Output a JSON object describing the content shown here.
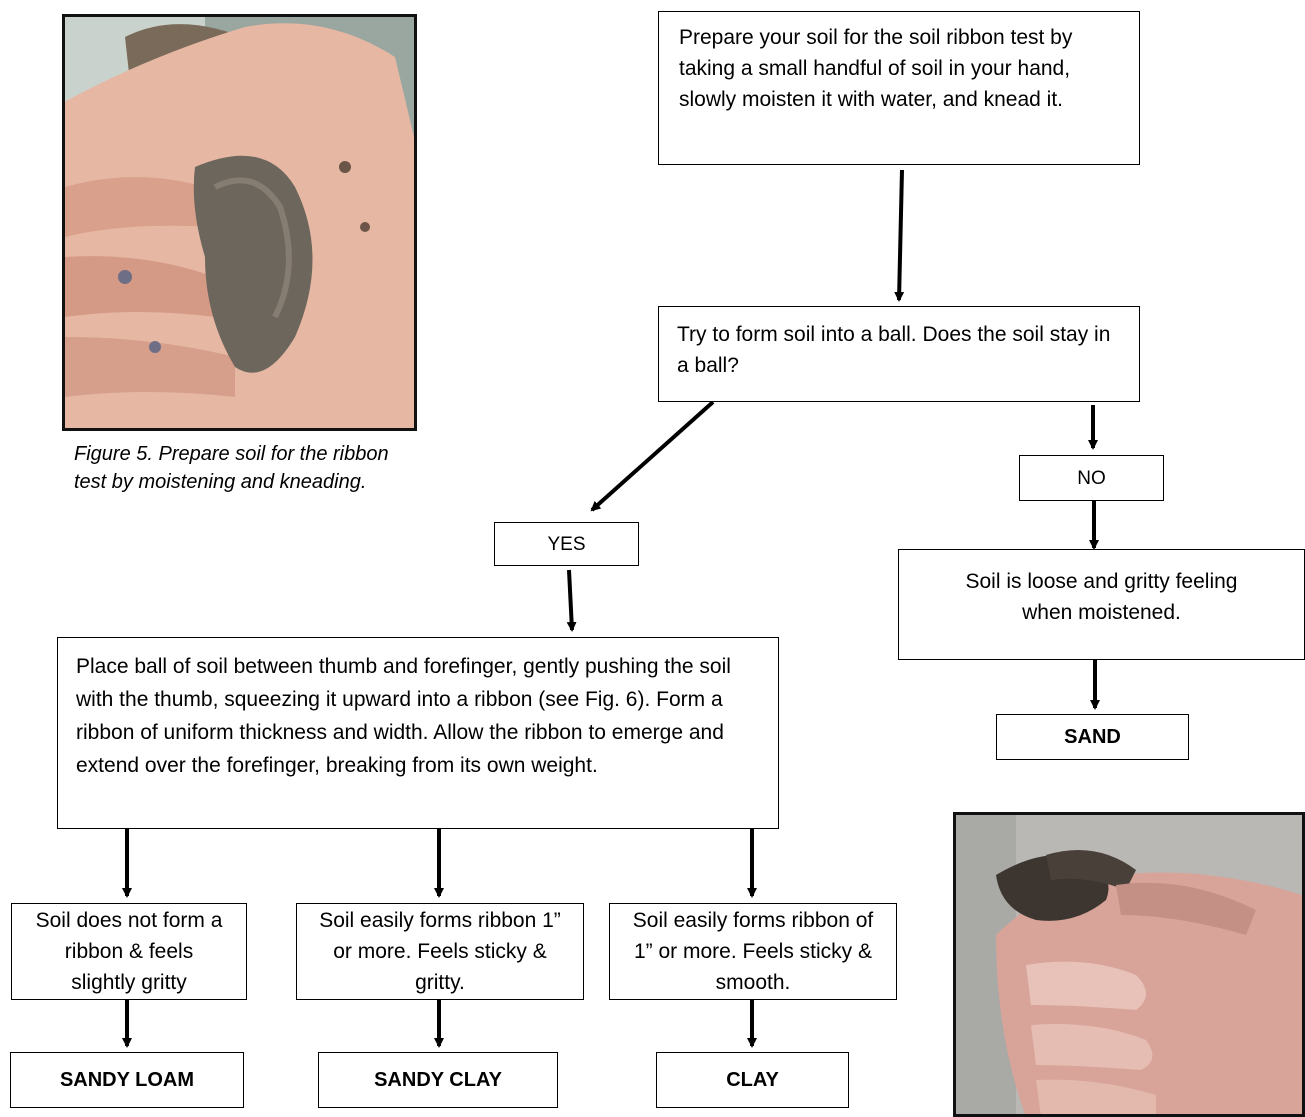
{
  "figure5": {
    "caption": "Figure 5.  Prepare soil for the ribbon test by moistening and kneading."
  },
  "flow": {
    "prepare": "Prepare your soil for the soil ribbon test by taking a small handful of soil in your hand, slowly moisten it with water, and knead it.",
    "ball_question": "Try to form soil into a ball.  Does the soil stay in a ball?",
    "yes": "YES",
    "no": "NO",
    "loose": "Soil is loose and gritty feeling when moistened.",
    "sand": "SAND",
    "ribbon_instructions": "Place ball of soil between thumb and forefinger, gently pushing the soil with the thumb, squeezing it upward into a ribbon (see Fig. 6).  Form a ribbon of uniform thickness and width.  Allow the ribbon to emerge and extend over the forefinger, breaking from its own weight.",
    "outcomes": [
      {
        "condition": "Soil does not form a ribbon & feels slightly gritty",
        "result": "SANDY LOAM"
      },
      {
        "condition": "Soil easily forms ribbon 1” or more. Feels sticky & gritty.",
        "result": "SANDY CLAY"
      },
      {
        "condition": "Soil easily forms ribbon of 1” or more. Feels sticky & smooth.",
        "result": "CLAY"
      }
    ]
  },
  "colors": {
    "line": "#000000",
    "background": "#ffffff"
  }
}
